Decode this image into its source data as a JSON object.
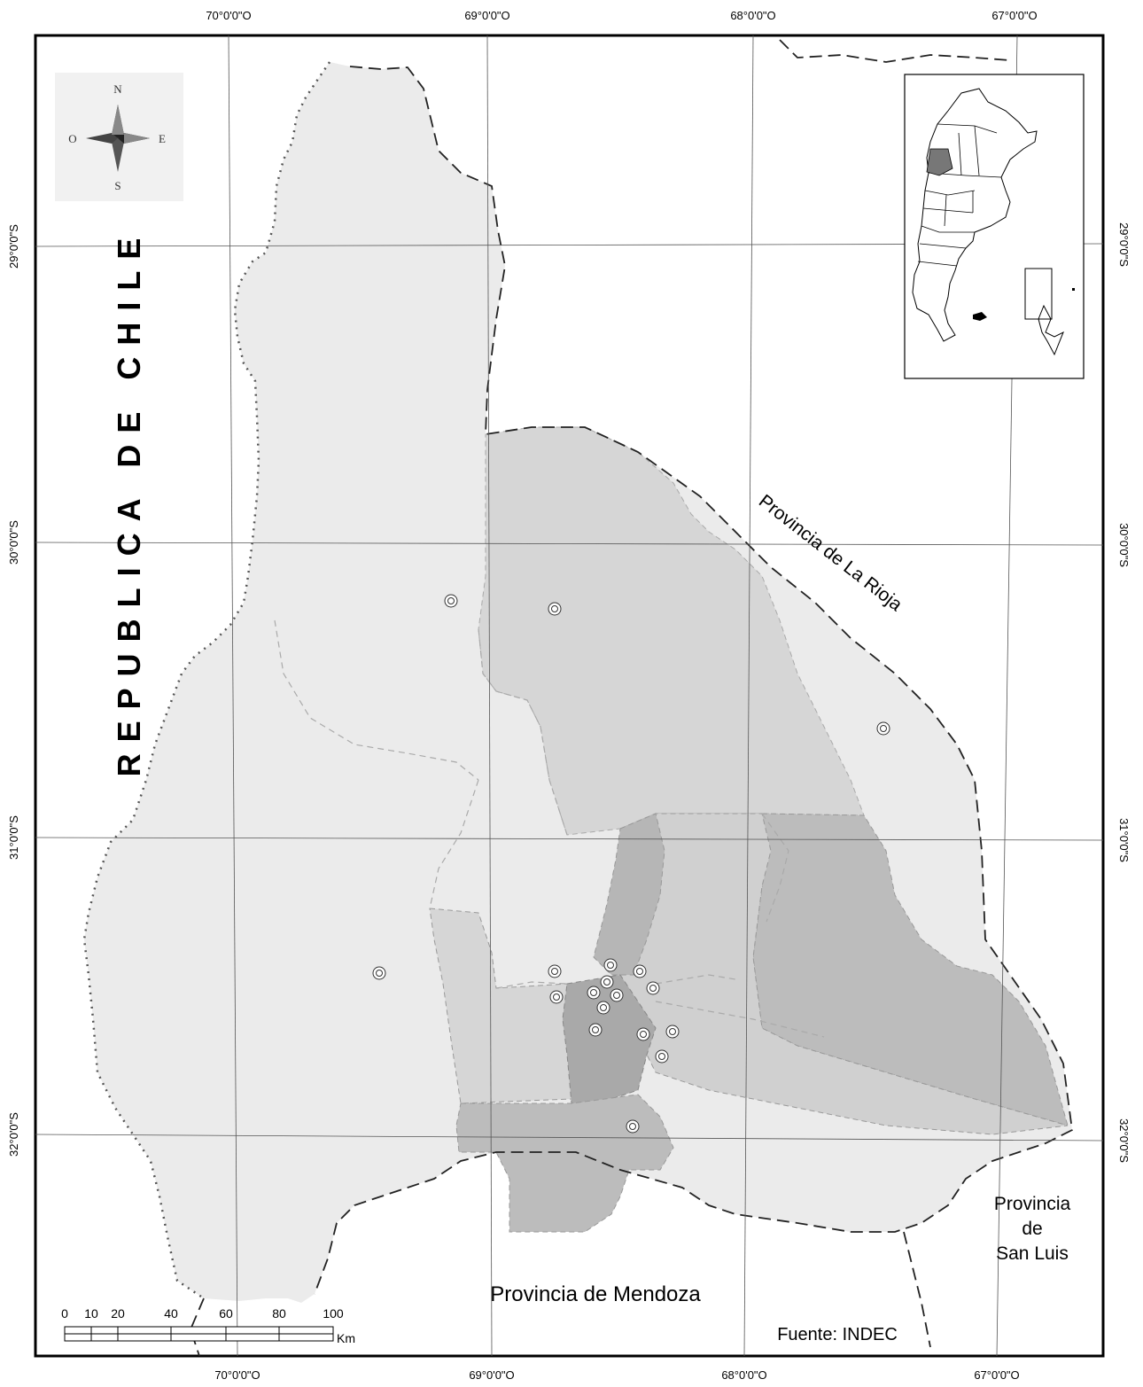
{
  "graticule": {
    "top": [
      "70°0'0\"O",
      "69°0'0\"O",
      "68°0'0\"O",
      "67°0'0\"O"
    ],
    "bottom": [
      "70°0'0\"O",
      "69°0'0\"O",
      "68°0'0\"O",
      "67°0'0\"O"
    ],
    "left": [
      "29°0'0\"S",
      "30°0'0\"S",
      "31°0'0\"S",
      "32°0'0\"S"
    ],
    "right": [
      "29°0'0\"S",
      "30°0'0\"S",
      "31°0'0\"S",
      "32°0'0\"S"
    ]
  },
  "labels": {
    "chile": "REPUBLICA DE CHILE",
    "rioja": "Provincia de La Rioja",
    "mendoza": "Provincia de Mendoza",
    "sanluis_1": "Provincia",
    "sanluis_2": "de",
    "sanluis_3": "San Luis",
    "source": "Fuente: INDEC"
  },
  "compass": {
    "n": "N",
    "s": "S",
    "e": "E",
    "w": "O"
  },
  "scalebar": {
    "ticks": [
      "0",
      "10",
      "20",
      "40",
      "60",
      "80",
      "100"
    ],
    "unit": "Km"
  },
  "colors": {
    "region_light": "#ebebeb",
    "region_mid": "#d6d6d6",
    "region_dark": "#bcbcbc",
    "region_darker": "#a9a9a9",
    "inset_highlight": "#777777"
  },
  "icons": {
    "localities": "circle-target-icon",
    "compass": "compass-rose-icon"
  }
}
